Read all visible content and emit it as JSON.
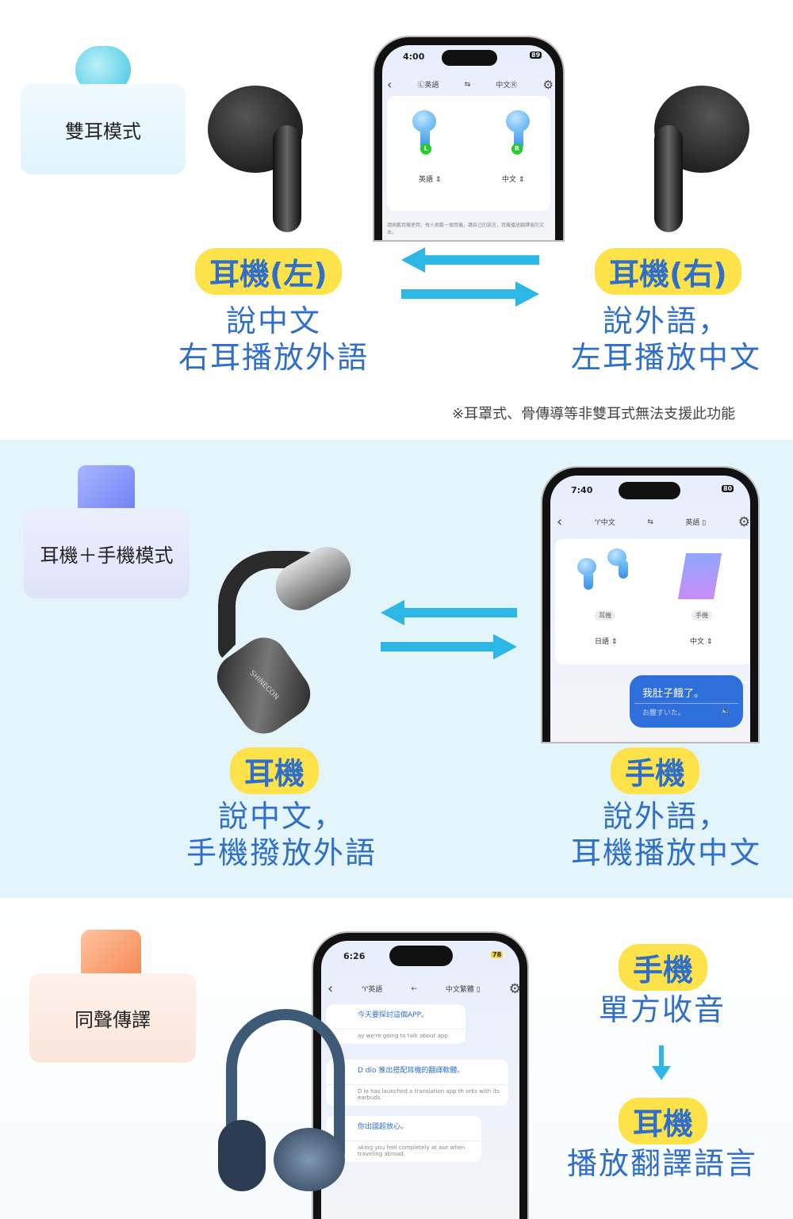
{
  "section1": {
    "mode": "雙耳模式",
    "left_label": "耳機(左)",
    "left_desc": [
      "說中文",
      "右耳播放外語"
    ],
    "right_label": "耳機(右)",
    "right_desc": [
      "說外語，",
      "左耳播放中文"
    ],
    "note": "※耳罩式、骨傳導等非雙耳式無法支援此功能",
    "phone": {
      "time": "4:00",
      "battery": "89",
      "left_lang": "英語",
      "right_lang": "中文",
      "left_marker": "L",
      "right_marker": "R",
      "left_select": "英語",
      "right_select": "中文",
      "hint": "請佩戴耳機使用，每人佩戴一個耳機，講自己的語言，耳機播放翻譯後的文本。"
    }
  },
  "section2": {
    "mode": "耳機＋手機模式",
    "left_label": "耳機",
    "left_desc": [
      "說中文，",
      "手機撥放外語"
    ],
    "right_label": "手機",
    "right_desc": [
      "說外語，",
      "耳機播放中文"
    ],
    "brand": "SHINECON",
    "phone": {
      "time": "7:40",
      "battery": "80",
      "left_lang": "中文",
      "right_lang": "英語",
      "earbuds_tag": "耳機",
      "phone_tag": "手機",
      "left_select": "日語",
      "right_select": "中文",
      "message": "我肚子餓了。",
      "translation": "お腹すいた。"
    }
  },
  "section3": {
    "mode": "同聲傳譯",
    "top_label": "手機",
    "top_desc": "單方收音",
    "bottom_label": "耳機",
    "bottom_desc": "播放翻譯語言",
    "phone": {
      "time": "6:26",
      "battery": "78",
      "left_lang": "英語",
      "right_lang": "中文繁體",
      "messages": [
        {
          "zh": "今天要探討這個APP。",
          "en": "ay we're going to talk about app."
        },
        {
          "zh": "D   dio 推出搭配耳機的翻譯軟體。",
          "en": "D   io has launched a translation app th   orks with its earbuds."
        },
        {
          "zh": "你出國超放心。",
          "en": "aking you feel completely at ase when traveling abroad."
        }
      ]
    }
  },
  "colors": {
    "accent": "#2f6fc9",
    "pill": "#fde24a",
    "arrow": "#2cb7e6"
  }
}
